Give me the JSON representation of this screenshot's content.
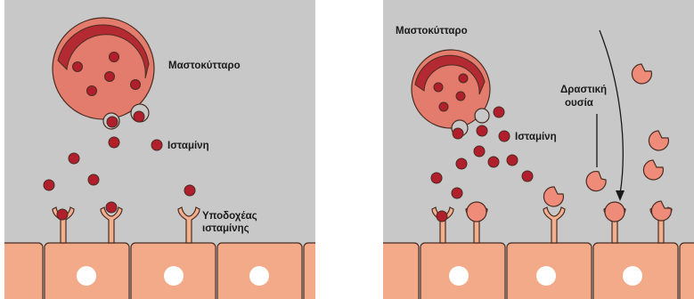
{
  "left_panel": {
    "mast_cell_label": "Μαστοκύτταρο",
    "histamine_label": "Ισταμίνη",
    "receptor_label_line1": "Υποδοχέας",
    "receptor_label_line2": "ισταμίνης"
  },
  "right_panel": {
    "mast_cell_label": "Μαστοκύτταρο",
    "histamine_label": "Ισταμίνη",
    "active_substance_line1": "Δραστική",
    "active_substance_line2": "ουσία"
  },
  "colors": {
    "background": "#c8c8c8",
    "mast_cell_body": "#e37c6d",
    "nucleus": "#b42a33",
    "histamine": "#b01f2b",
    "receptor": "#f2b08e",
    "tissue_cell": "#f2aa88",
    "active_substance": "#ee8c79"
  }
}
